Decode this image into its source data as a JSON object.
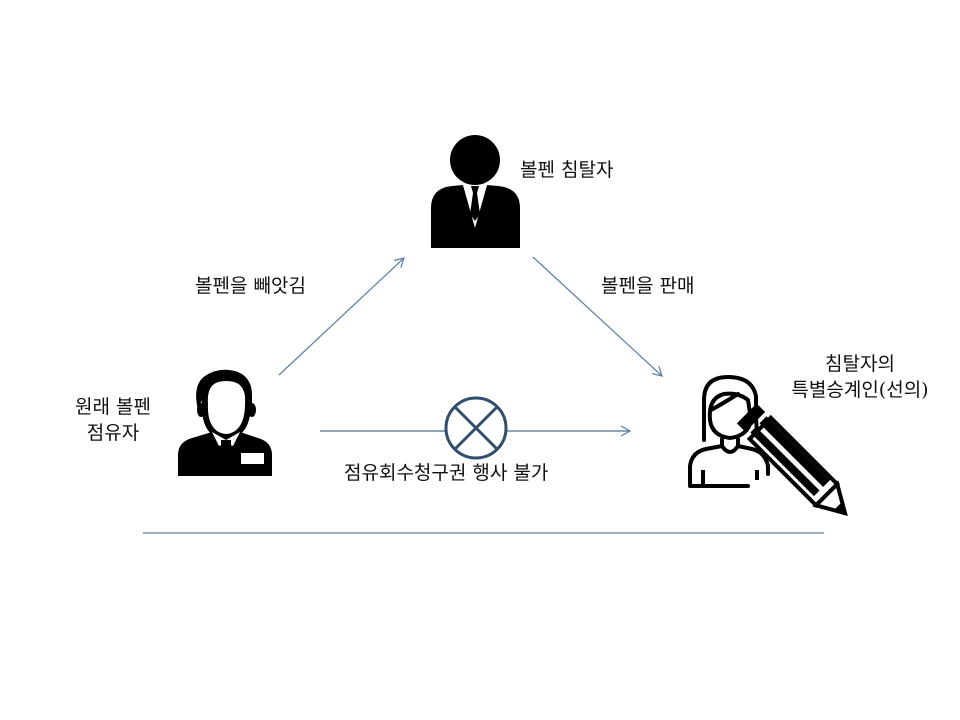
{
  "diagram": {
    "colors": {
      "arrow": "#5b7fa3",
      "cross_circle": "#2f4d6d",
      "baseline": "#5a7e9e",
      "icon": "#000000"
    },
    "nodes": {
      "thief": {
        "label": "볼펜 침탈자",
        "icon": "businessman-icon"
      },
      "original_possessor": {
        "line1": "원래 볼펜",
        "line2": "점유자",
        "icon": "employee-badge-icon"
      },
      "successor": {
        "line1": "침탈자의",
        "line2": "특별승계인(선의)",
        "icon": "woman-with-pencil-icon"
      }
    },
    "edges": {
      "taken": {
        "label": "볼펜을 빼앗김",
        "from": "original_possessor",
        "to": "thief"
      },
      "sold": {
        "label": "볼펜을 판매",
        "from": "thief",
        "to": "successor"
      },
      "claim": {
        "label": "점유회수청구권 행사 불가",
        "from": "original_possessor",
        "to": "successor",
        "blocked_icon": "cross-circle-icon"
      }
    }
  }
}
